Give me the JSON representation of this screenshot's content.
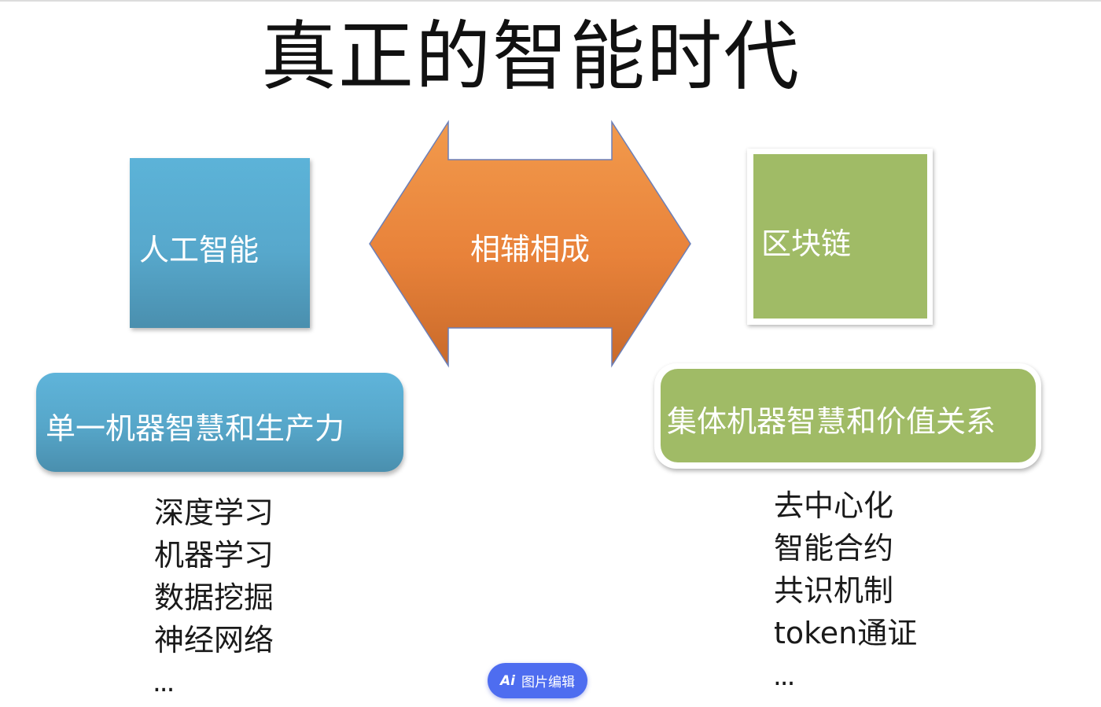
{
  "title": "真正的智能时代",
  "left_box": {
    "label": "人工智能",
    "color": "#57a8cc"
  },
  "right_box": {
    "label": "区块链",
    "color": "#a0bb66"
  },
  "arrow": {
    "label": "相辅相成",
    "color": "#e8823a"
  },
  "left_pill": {
    "label": "单一机器智慧和生产力"
  },
  "right_pill": {
    "label": "集体机器智慧和价值关系"
  },
  "left_list": [
    "深度学习",
    "机器学习",
    "数据挖掘",
    "神经网络"
  ],
  "left_ellipsis": "...",
  "right_list": [
    "去中心化",
    "智能合约",
    "共识机制",
    "token通证"
  ],
  "right_ellipsis": "...",
  "ai_edit_button": {
    "icon": "ai-icon",
    "icon_text": "Ai",
    "label": "图片编辑"
  }
}
